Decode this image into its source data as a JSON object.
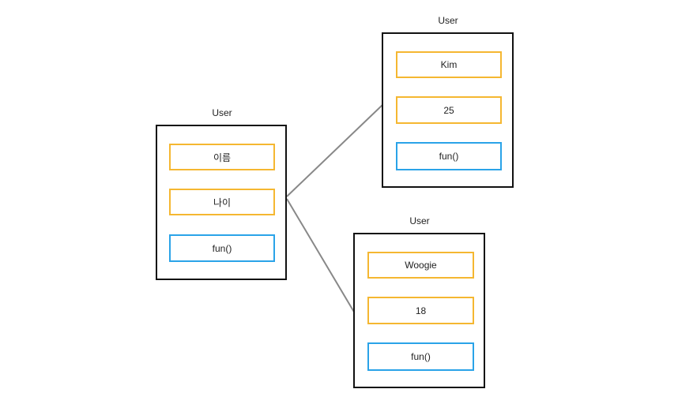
{
  "colors": {
    "prop_border": "#f5b731",
    "method_border": "#2aa3e8",
    "box_border": "#111111",
    "line": "#888888"
  },
  "classes": [
    {
      "title": "User",
      "fields": [
        "이름",
        "나이"
      ],
      "method": "fun()"
    },
    {
      "title": "User",
      "fields": [
        "Kim",
        "25"
      ],
      "method": "fun()"
    },
    {
      "title": "User",
      "fields": [
        "Woogie",
        "18"
      ],
      "method": "fun()"
    }
  ]
}
